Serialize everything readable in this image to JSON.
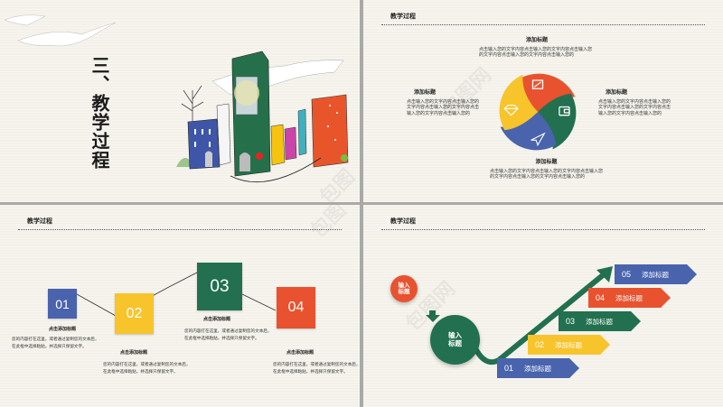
{
  "colors": {
    "blue": "#4a63ad",
    "yellow": "#f8c42c",
    "green": "#22704f",
    "red": "#e8522f",
    "background": "#f4f2ea",
    "text": "#222222"
  },
  "slide1": {
    "title": "三、教学过程"
  },
  "slide2": {
    "header": "教学过程",
    "top": {
      "title": "添加标题",
      "body": "点击输入您的文字内容点击输入您的文字内容点击输入您的文字内容点击输入您的文字内容点击输入您的"
    },
    "left": {
      "title": "添加标题",
      "body": "点击输入您的文字内容点击输入您的文字内容点击输入您的文字内容点击输入您的文字内容点击输入您的"
    },
    "right": {
      "title": "添加标题",
      "body": "点击输入您的文字内容点击输入您的文字内容点击输入您的文字内容点击输入您的文字内容点击输入您的"
    },
    "bottom": {
      "title": "添加标题",
      "body": "点击输入您的文字内容点击输入您的文字内容点击输入您的文字内容点击输入您的文字内容点击输入您的"
    },
    "icons": [
      "image-icon",
      "wallet-icon",
      "paper-plane-icon",
      "diamond-icon"
    ]
  },
  "slide3": {
    "header": "教学过程",
    "steps": [
      {
        "num": "01",
        "title": "点击添加标题",
        "body": "您的内容打在这里，或者通过复制您的文本后，在此框中选择粘贴，并选择只保留文字。"
      },
      {
        "num": "02",
        "title": "点击添加标题",
        "body": "您的内容打在这里，或者通过复制您的文本后，在此框中选择粘贴，并选择只保留文字。"
      },
      {
        "num": "03",
        "title": "点击添加标题",
        "body": "您的内容打在这里，或者通过复制您的文本后，在此框中选择粘贴，并选择只保留文字。"
      },
      {
        "num": "04",
        "title": "点击添加标题",
        "body": "您的内容打在这里，或者通过复制您的文本后，在此框中选择粘贴，并选择只保留文字。"
      }
    ]
  },
  "slide4": {
    "header": "教学过程",
    "circle1": "输入标题",
    "circle2": "输入标题",
    "tags": [
      {
        "num": "01",
        "label": "添加标题"
      },
      {
        "num": "02",
        "label": "添加标题"
      },
      {
        "num": "03",
        "label": "添加标题"
      },
      {
        "num": "04",
        "label": "添加标题"
      },
      {
        "num": "05",
        "label": "添加标题"
      }
    ]
  }
}
